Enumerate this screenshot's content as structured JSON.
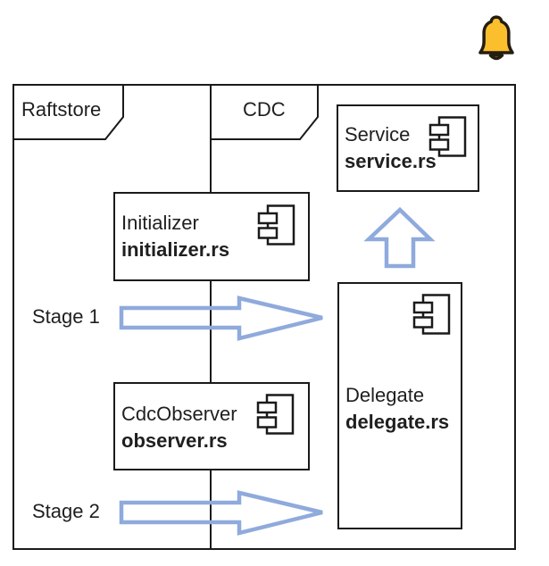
{
  "packages": [
    {
      "label": "Raftstore"
    },
    {
      "label": "CDC"
    }
  ],
  "components": [
    {
      "name": "Service",
      "file": "service.rs"
    },
    {
      "name": "Initializer",
      "file": "initializer.rs"
    },
    {
      "name": "CdcObserver",
      "file": "observer.rs"
    },
    {
      "name": "Delegate",
      "file": "delegate.rs"
    }
  ],
  "stages": [
    {
      "label": "Stage 1"
    },
    {
      "label": "Stage 2"
    }
  ],
  "icons": {
    "bell": "bell-icon",
    "component": "uml-component-icon"
  },
  "colors": {
    "arrow": "#8FAADC",
    "line": "#1a1a1a",
    "text": "#1f1f1f",
    "bell_fill": "#FBBF2D",
    "bell_rim": "#D997316",
    "bell_clapper": "#D49431",
    "bell_stroke": "#241D11"
  }
}
